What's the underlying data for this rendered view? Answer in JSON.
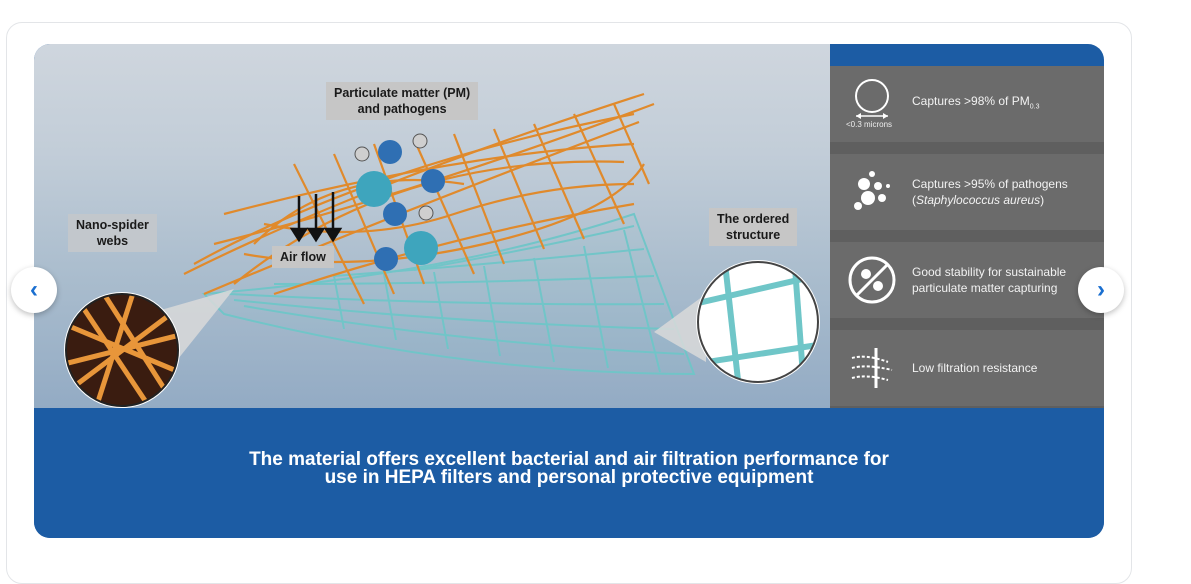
{
  "illustration": {
    "labels": {
      "pm": "Particulate matter (PM)\nand pathogens",
      "nano": "Nano-spider\nwebs",
      "airflow": "Air flow",
      "ordered": "The ordered\nstructure"
    }
  },
  "features": [
    {
      "icon": "circle-size-icon",
      "icon_text": "<0.3 microns",
      "text": "Captures >98% of PM",
      "sub": "0.3",
      "italic": ""
    },
    {
      "icon": "particles-icon",
      "text": "Captures >95% of pathogens",
      "paren_open": "(",
      "italic": "Staphylococcus aureus",
      "paren_close": ")"
    },
    {
      "icon": "no-virus-icon",
      "text": "Good stability for sustainable particulate matter capturing"
    },
    {
      "icon": "airflow-resistance-icon",
      "text": "Low filtration resistance"
    }
  ],
  "caption": {
    "line1": "The material offers excellent bacterial and air filtration performance for",
    "line2": "use in HEPA filters and personal protective equipment"
  },
  "nav": {
    "prev": "‹",
    "next": "›"
  },
  "colors": {
    "caption_bg": "#1c5ca4",
    "panel_bg": "#6b6b6b",
    "fiber": "#e08a2c",
    "mesh": "#6fc6c8",
    "nav_arrow": "#1a6fd0"
  }
}
